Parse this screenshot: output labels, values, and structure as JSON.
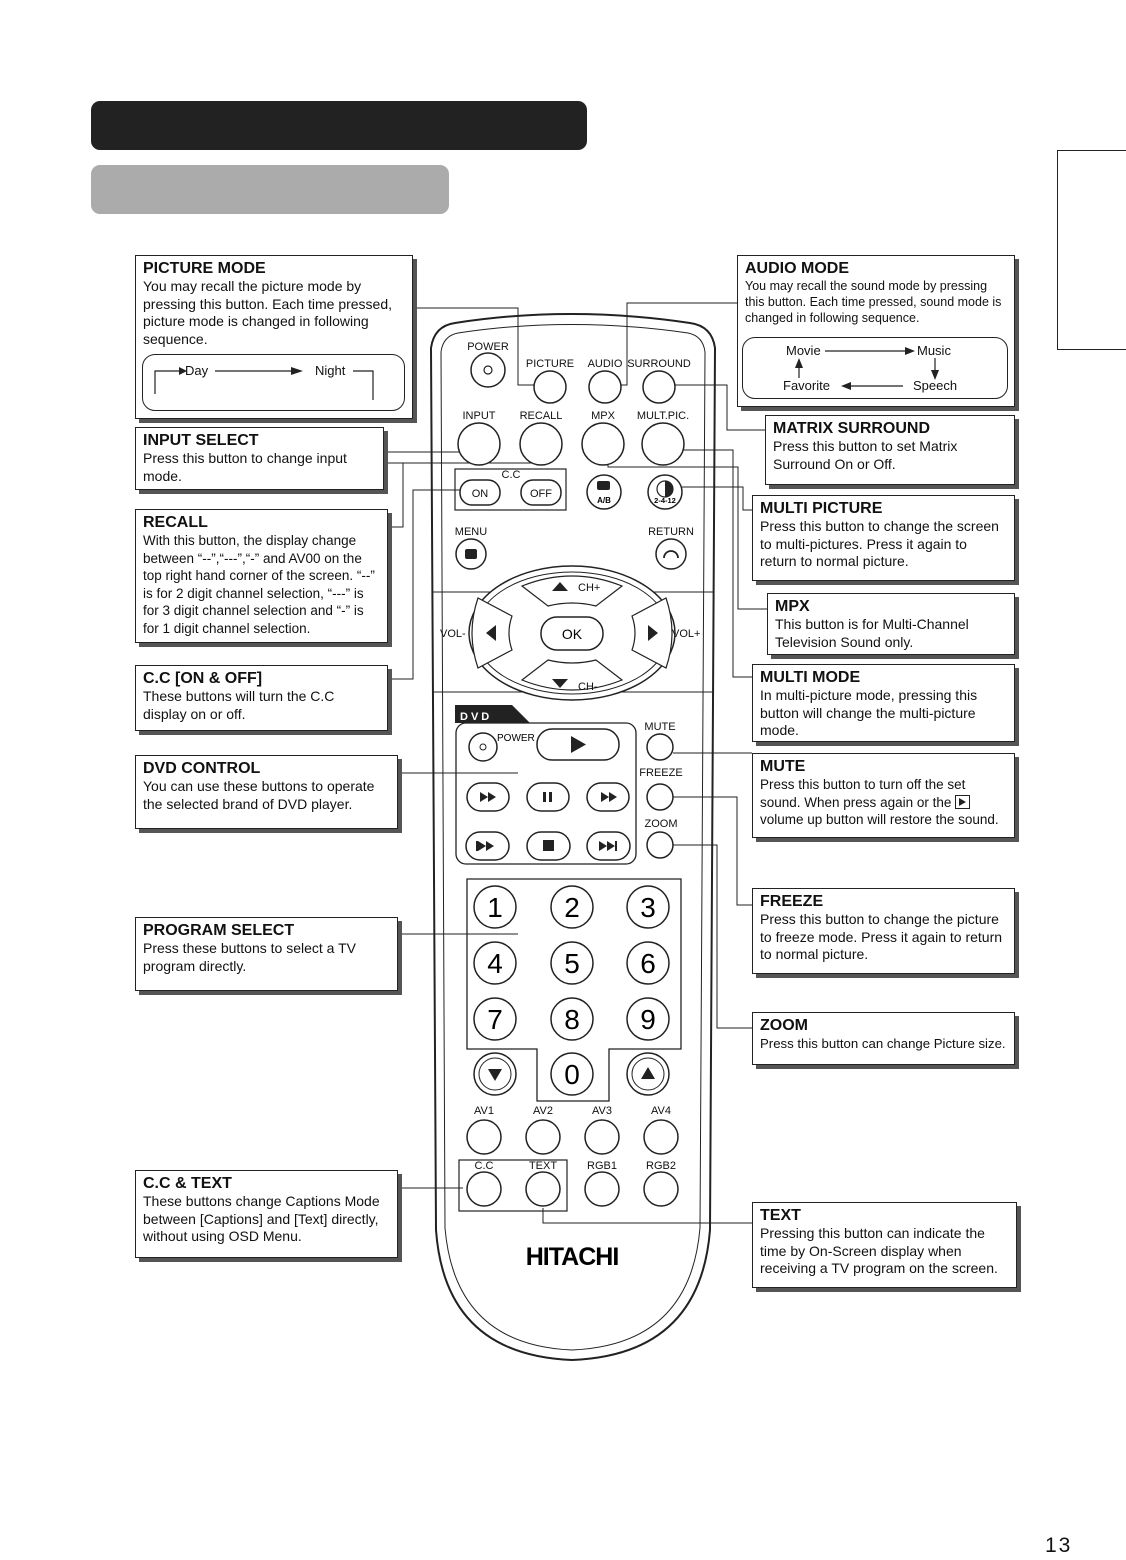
{
  "page_number": "13",
  "callouts": {
    "picture_mode": {
      "title": "PICTURE MODE",
      "body": "You may recall the picture mode by pressing this button. Each time pressed, picture mode is changed in following sequence.",
      "seq": [
        "Day",
        "Night"
      ]
    },
    "audio_mode": {
      "title": "AUDIO MODE",
      "body": "You may recall the sound mode by pressing this button. Each time pressed, sound mode is changed in following sequence.",
      "seq": [
        "Movie",
        "Music",
        "Speech",
        "Favorite"
      ]
    },
    "input_select": {
      "title": "INPUT SELECT",
      "body": "Press this button to change input mode."
    },
    "recall": {
      "title": "RECALL",
      "body": "With this button, the display change between “--”,“---”,“-” and AV00 on the top right hand corner of the screen. “--” is for 2 digit channel selection, “---” is for 3 digit channel selection and “-” is for 1 digit channel selection."
    },
    "cc_on_off": {
      "title": "C.C [ON & OFF]",
      "body": "These buttons will turn the C.C display on or off."
    },
    "dvd_control": {
      "title": "DVD CONTROL",
      "body": "You can use these buttons to operate the selected brand of DVD player."
    },
    "program_select": {
      "title": "PROGRAM SELECT",
      "body": "Press these buttons to select a TV program directly."
    },
    "cc_text": {
      "title": "C.C & TEXT",
      "body": "These buttons change Captions Mode between [Captions] and [Text] directly, without using OSD Menu."
    },
    "matrix_surround": {
      "title": "MATRIX SURROUND",
      "body": "Press this button to set Matrix Surround On or Off."
    },
    "multi_picture": {
      "title": "MULTI PICTURE",
      "body": "Press this button to change the screen to multi-pictures. Press it again to return to normal picture."
    },
    "mpx": {
      "title": "MPX",
      "body": "This button is for Multi-Channel Television Sound only."
    },
    "multi_mode": {
      "title": "MULTI MODE",
      "body": "In multi-picture mode, pressing this button will change the multi-picture mode."
    },
    "mute": {
      "title": "MUTE",
      "body_before": "Press this button to turn off the set sound. When press again or the",
      "body_after": "volume up button will restore the sound."
    },
    "freeze": {
      "title": "FREEZE",
      "body": "Press this button to change the picture to freeze mode. Press it again to return to normal picture."
    },
    "zoom": {
      "title": "ZOOM",
      "body": "Press this button can change Picture size."
    },
    "text": {
      "title": "TEXT",
      "body": "Pressing this button can indicate the time by On-Screen display when receiving a TV program on the screen."
    }
  },
  "remote": {
    "power": "POWER",
    "picture": "PICTURE",
    "audio": "AUDIO",
    "surround": "SURROUND",
    "input": "INPUT",
    "recall": "RECALL",
    "mpx": "MPX",
    "multpic": "MULT.PIC.",
    "cc_group": "C.C",
    "on": "ON",
    "off": "OFF",
    "ab": "A/B",
    "multi_mode": "2-4-12",
    "menu": "MENU",
    "return": "RETURN",
    "ch_plus": "CH+",
    "ch_minus": "CH-",
    "vol_minus": "VOL-",
    "vol_plus": "VOL+",
    "ok": "OK",
    "dvd": "DVD",
    "dvd_power": "POWER",
    "mute": "MUTE",
    "freeze": "FREEZE",
    "zoom": "ZOOM",
    "digits": [
      "1",
      "2",
      "3",
      "4",
      "5",
      "6",
      "7",
      "8",
      "9",
      "0"
    ],
    "av": [
      "AV1",
      "AV2",
      "AV3",
      "AV4"
    ],
    "bottom": [
      "C.C",
      "TEXT",
      "RGB1",
      "RGB2"
    ],
    "brand": "HITACHI"
  }
}
